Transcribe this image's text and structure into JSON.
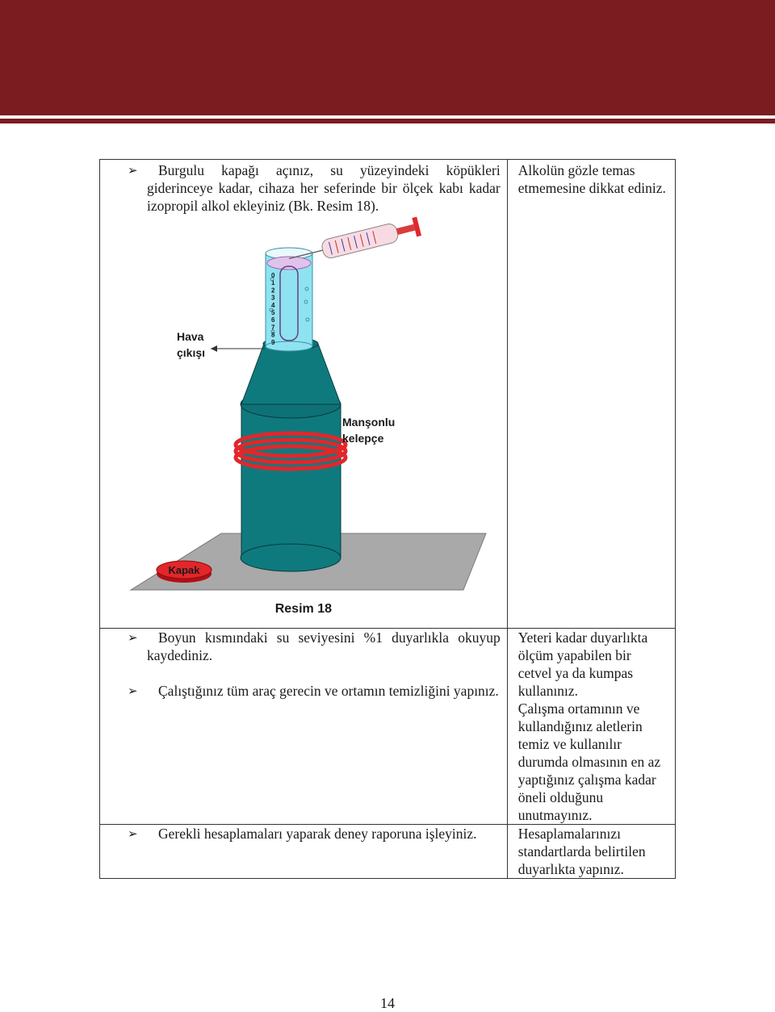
{
  "page": {
    "number": "14"
  },
  "colors": {
    "banner": "#7a1c20",
    "bottle": "#0f7a7e",
    "bottle_dark": "#0b5f62",
    "clamp": "#e3262a",
    "tube_liquid": "#8fe3f0",
    "plate": "#a9a9a9"
  },
  "rows": [
    {
      "steps": [
        "Burgulu kapağı açınız, su yüzeyindeki köpükleri giderinceye kadar, cihaza her seferinde bir ölçek kabı kadar izopropil alkol ekleyiniz (Bk. Resim 18)."
      ],
      "note": "Alkolün gözle temas etmemesine dikkat ediniz."
    },
    {
      "steps": [
        "Boyun kısmındaki su seviyesini %1 duyarlıkla okuyup kaydediniz."
      ],
      "note": "Yeteri kadar duyarlıkta ölçüm yapabilen bir cetvel ya da kumpas kullanınız."
    },
    {
      "steps": [
        "Çalıştığınız tüm araç gerecin ve ortamın temizliğini yapınız."
      ],
      "note": "Çalışma ortamının ve kullandığınız aletlerin temiz ve kullanılır durumda olmasının en az yaptığınız çalışma kadar öneli olduğunu unutmayınız."
    },
    {
      "steps": [
        "Gerekli hesaplamaları yaparak deney raporuna işleyiniz."
      ],
      "note": "Hesaplamalarınızı standartlarda belirtilen duyarlıkta yapınız."
    }
  ],
  "figure": {
    "caption": "Resim 18",
    "labels": {
      "air_outlet_line1": "Hava",
      "air_outlet_line2": "çıkışı",
      "clamp_line1": "Manşonlu",
      "clamp_line2": "kelepçe",
      "cap": "Kapak"
    },
    "scale_digits": [
      "0",
      "1",
      "2",
      "3",
      "4",
      "5",
      "6",
      "7",
      "8",
      "9"
    ]
  }
}
